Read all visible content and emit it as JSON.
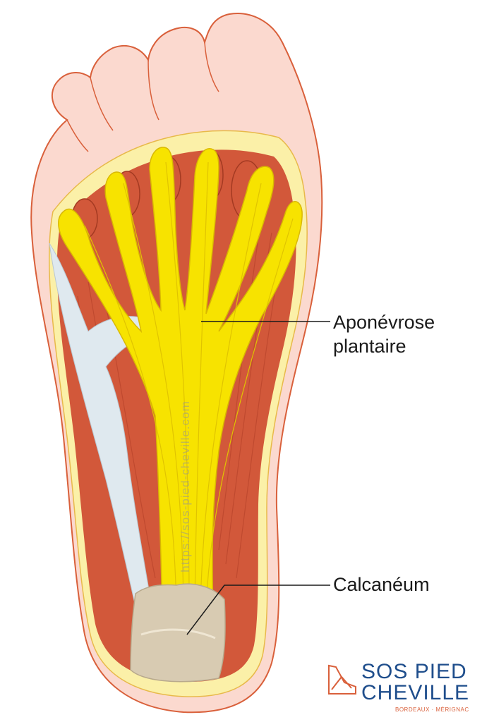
{
  "labels": {
    "aponevrose_line1": "Aponévrose",
    "aponevrose_line2": "plantaire",
    "calcaneum": "Calcanéum"
  },
  "watermark": "https://sos-pied-cheville.com",
  "logo": {
    "line1": "SOS PIED",
    "line2": "CHEVILLE",
    "tagline": "BORDEAUX · MÉRIGNAC",
    "icon": "foot-outline-icon"
  },
  "colors": {
    "skin": "#fbd9cf",
    "skin_outline": "#d9603b",
    "fat": "#fbf0a8",
    "muscle": "#d2583a",
    "aponeurosis": "#f7e300",
    "tendon": "#dfe9ef",
    "bone": "#d8cbb2",
    "brand_blue": "#1f4e8c",
    "brand_orange": "#d9603b"
  }
}
